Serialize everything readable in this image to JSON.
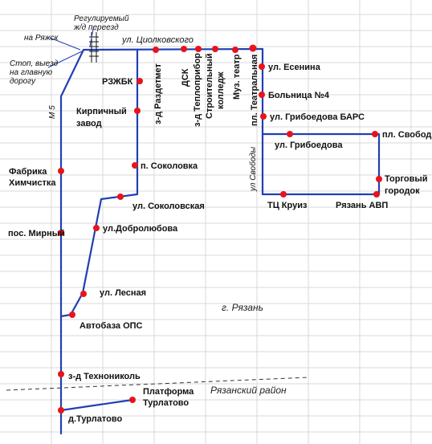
{
  "area_labels": {
    "city": "г. Рязань",
    "district": "Рязанский район"
  },
  "roads": {
    "m5": "М 5",
    "svobody": "ул Свободы",
    "tsiolkovskogo": "ул. Циолковского"
  },
  "notes": {
    "to_ryazhsk": "на Ряжск",
    "crossing_line1": "Регулируемый",
    "crossing_line2": "ж/д переезд",
    "stop_note_line1": "Стоп, выезд",
    "stop_note_line2": "на главную",
    "stop_note_line3": "дорогу"
  },
  "stops": {
    "rzhbk": "РЗЖБК",
    "kirpichny_1": "Кирпичный",
    "kirpichny_2": "завод",
    "p_sokolovka": "п. Соколовка",
    "ul_sokolovskaya": "ул. Соколовская",
    "ul_dobrolyubova": "ул.Добролюбова",
    "ul_lesnaya": "ул. Лесная",
    "avtobaza": "Автобаза ОПС",
    "fabrika_1": "Фабрика",
    "fabrika_2": "Химчистка",
    "pos_mirny": "пос. Мирный",
    "tekhnonikol": "з-д Технониколь",
    "platforma_1": "Платформа",
    "platforma_2": "Турлатово",
    "turlatovo": "д.Турлатово",
    "razdetmet": "з-д Раздетмет",
    "dsk": "ДСК",
    "teplopribor": "з-д Теплоприбор",
    "stroit_1": "Строительный",
    "stroit_2": "колледж",
    "muz_teatr": "Муз. театр",
    "pl_teatralnaya": "пл. Театральная",
    "esenina": "ул. Есенина",
    "bolnitsa": "Больница №4",
    "griboedova_bars": "ул. Грибоедова БАРС",
    "griboedova": "ул. Грибоедова",
    "pl_svobody": "пл. Свободы",
    "torgovy_1": "Торговый",
    "torgovy_2": "городок",
    "tts_kruiz": "ТЦ Круиз",
    "ryazan_avp": "Рязань АВП"
  }
}
